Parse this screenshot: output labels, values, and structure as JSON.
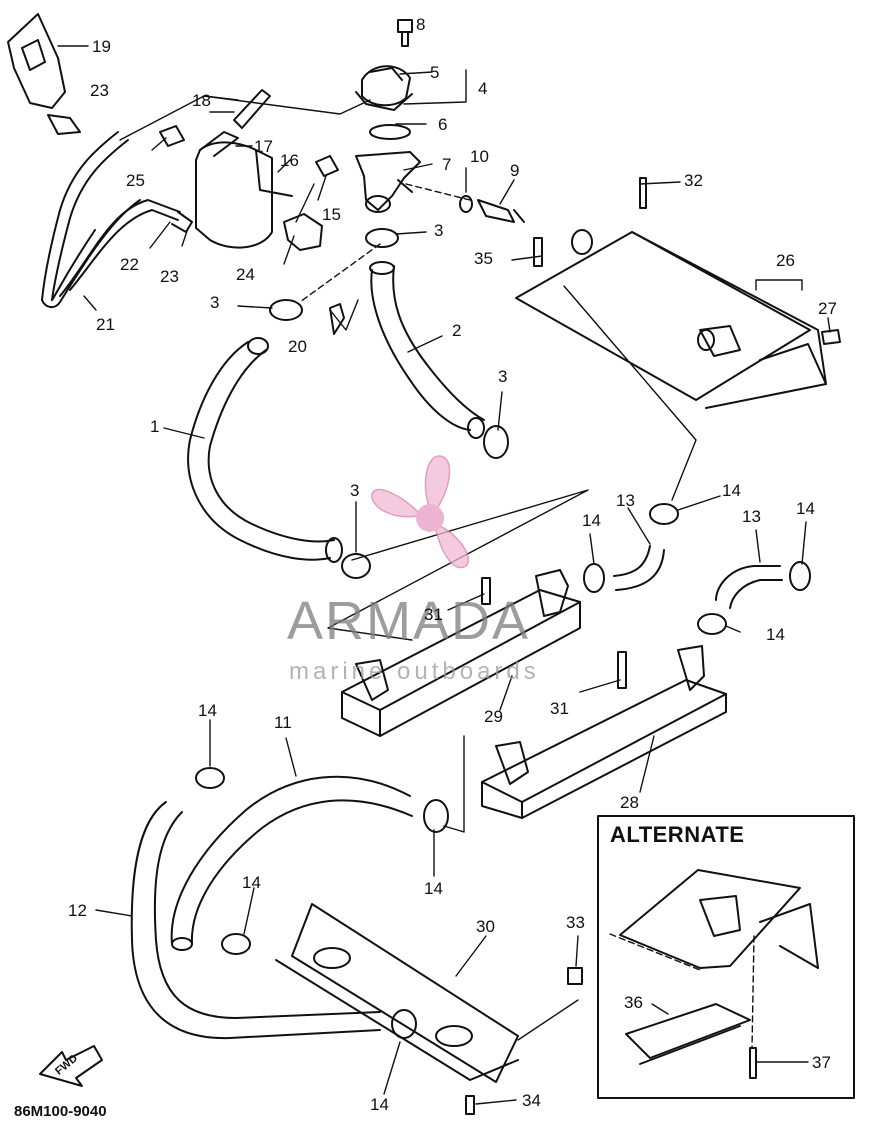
{
  "diagram": {
    "alternate_title": "ALTERNATE",
    "document_code": "86M100-9040",
    "fwd_label": "FWD",
    "watermark": {
      "brand": "ARMADA",
      "tagline": "marine outboards"
    },
    "callouts": [
      {
        "id": "8",
        "text": "8"
      },
      {
        "id": "5",
        "text": "5"
      },
      {
        "id": "4",
        "text": "4"
      },
      {
        "id": "6",
        "text": "6"
      },
      {
        "id": "7",
        "text": "7"
      },
      {
        "id": "10",
        "text": "10"
      },
      {
        "id": "9",
        "text": "9"
      },
      {
        "id": "3a",
        "text": "3"
      },
      {
        "id": "19",
        "text": "19"
      },
      {
        "id": "23a",
        "text": "23"
      },
      {
        "id": "18",
        "text": "18"
      },
      {
        "id": "17",
        "text": "17"
      },
      {
        "id": "16",
        "text": "16"
      },
      {
        "id": "25",
        "text": "25"
      },
      {
        "id": "15",
        "text": "15"
      },
      {
        "id": "22",
        "text": "22"
      },
      {
        "id": "23b",
        "text": "23"
      },
      {
        "id": "24",
        "text": "24"
      },
      {
        "id": "21",
        "text": "21"
      },
      {
        "id": "3b",
        "text": "3"
      },
      {
        "id": "20",
        "text": "20"
      },
      {
        "id": "2",
        "text": "2"
      },
      {
        "id": "32",
        "text": "32"
      },
      {
        "id": "35",
        "text": "35"
      },
      {
        "id": "26",
        "text": "26"
      },
      {
        "id": "27",
        "text": "27"
      },
      {
        "id": "3c",
        "text": "3"
      },
      {
        "id": "1",
        "text": "1"
      },
      {
        "id": "3d",
        "text": "3"
      },
      {
        "id": "14a",
        "text": "14"
      },
      {
        "id": "13a",
        "text": "13"
      },
      {
        "id": "14b",
        "text": "14"
      },
      {
        "id": "13b",
        "text": "13"
      },
      {
        "id": "14c",
        "text": "14"
      },
      {
        "id": "14d",
        "text": "14"
      },
      {
        "id": "31a",
        "text": "31"
      },
      {
        "id": "29",
        "text": "29"
      },
      {
        "id": "31b",
        "text": "31"
      },
      {
        "id": "28",
        "text": "28"
      },
      {
        "id": "14e",
        "text": "14"
      },
      {
        "id": "11",
        "text": "11"
      },
      {
        "id": "14f",
        "text": "14"
      },
      {
        "id": "12",
        "text": "12"
      },
      {
        "id": "14g",
        "text": "14"
      },
      {
        "id": "30",
        "text": "30"
      },
      {
        "id": "33",
        "text": "33"
      },
      {
        "id": "36",
        "text": "36"
      },
      {
        "id": "37",
        "text": "37"
      },
      {
        "id": "14h",
        "text": "14"
      },
      {
        "id": "34",
        "text": "34"
      }
    ]
  }
}
